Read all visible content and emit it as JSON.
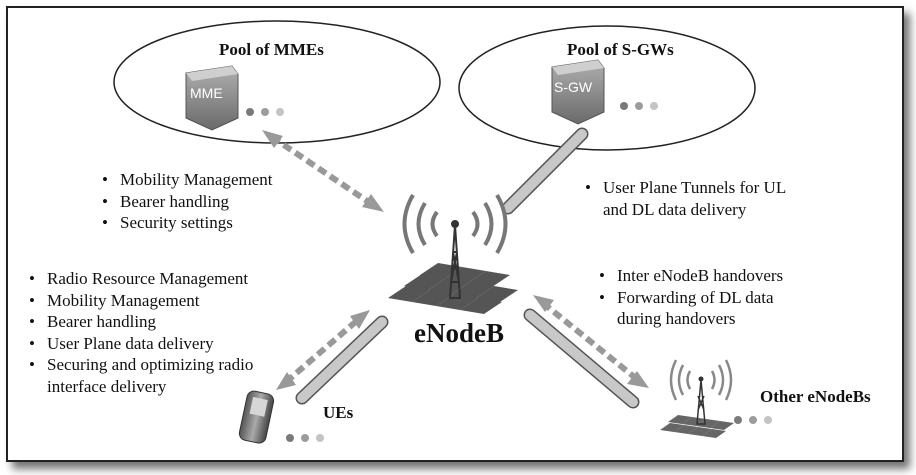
{
  "mme_pool": {
    "title": "Pool of MMEs",
    "box_label": "MME",
    "functions": [
      "Mobility Management",
      "Bearer handling",
      "Security settings"
    ]
  },
  "sgw_pool": {
    "title": "Pool of S-GWs",
    "box_label": "S-GW",
    "functions": [
      "User Plane Tunnels for UL",
      "and DL data delivery"
    ]
  },
  "enodeb": {
    "label": "eNodeB",
    "functions": [
      "Radio Resource Management",
      "Mobility Management",
      "Bearer handling",
      "User Plane data delivery",
      "Securing and optimizing radio",
      "interface delivery"
    ]
  },
  "x2": {
    "functions": [
      "Inter eNodeB handovers",
      "Forwarding of DL data",
      "during handovers"
    ]
  },
  "ues": {
    "label": "UEs"
  },
  "other_enodebs": {
    "label": "Other eNodeBs"
  },
  "colors": {
    "box_fill": "#8c8c8c",
    "tube_fill": "#b9b9b9",
    "arrow": "#9a9a9a",
    "dot": "#9c9c9c"
  }
}
